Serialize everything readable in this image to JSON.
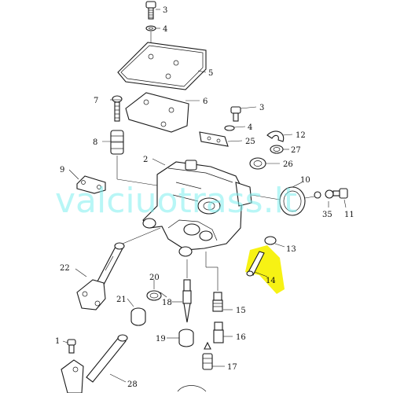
{
  "watermark": "valciuotrass.lt",
  "labels": [
    "3",
    "4",
    "5",
    "7",
    "6",
    "3",
    "4",
    "12",
    "27",
    "25",
    "8",
    "26",
    "2",
    "9",
    "10",
    "35",
    "11",
    "13",
    "14",
    "22",
    "20",
    "18",
    "21",
    "15",
    "19",
    "16",
    "17",
    "1",
    "28"
  ],
  "colors": {
    "highlight": "#f7f214",
    "line": "#1a1a1a",
    "watermark": "#7ff0f0"
  }
}
